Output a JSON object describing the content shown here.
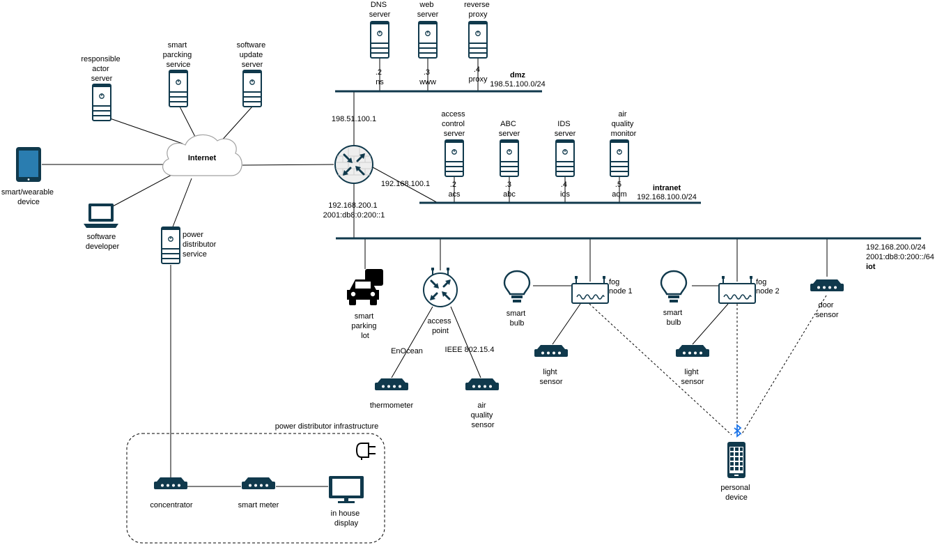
{
  "colors": {
    "device": "#10394c",
    "stroke": "#000000",
    "router_fill": "#eeeeee",
    "cloud_fill": "#ffffff",
    "cloud_stroke": "#a0a0a0",
    "bluetooth": "#1a73e8"
  },
  "internet": {
    "label": "Internet"
  },
  "internet_nodes": {
    "responsible_actor": [
      "responsible",
      "actor",
      "server"
    ],
    "smart_parking": [
      "smart",
      "parcking",
      "service"
    ],
    "software_update": [
      "software",
      "update",
      "server"
    ],
    "smart_wearable": [
      "smart/wearable",
      "device"
    ],
    "software_developer": [
      "software",
      "developer"
    ],
    "power_distributor": [
      "power",
      "distributor",
      "service"
    ]
  },
  "dmz": {
    "name": "dmz",
    "subnet": "198.51.100.0/24",
    "router_ip": "198.51.100.1",
    "servers": [
      {
        "label": [
          "DNS",
          "server"
        ],
        "addr": ".2",
        "host": "ns"
      },
      {
        "label": [
          "web",
          "server"
        ],
        "addr": ".3",
        "host": "www"
      },
      {
        "label": [
          "reverse",
          "proxy"
        ],
        "addr": ".4",
        "host": "proxy"
      }
    ]
  },
  "intranet": {
    "name": "intranet",
    "subnet": "192.168.100.0/24",
    "router_ip": "192.168.100.1",
    "servers": [
      {
        "label": [
          "access",
          "control",
          "server"
        ],
        "addr": ".2",
        "host": "acs"
      },
      {
        "label": [
          "ABC",
          "server"
        ],
        "addr": ".3",
        "host": "abc"
      },
      {
        "label": [
          "IDS",
          "server"
        ],
        "addr": ".4",
        "host": "ids"
      },
      {
        "label": [
          "air",
          "quality",
          "monitor"
        ],
        "addr": ".5",
        "host": "aqm"
      }
    ]
  },
  "iot": {
    "name": "iot",
    "subnet_v4": "192.168.200.0/24",
    "subnet_v6": "2001:db8:0:200::/64",
    "router_ip_v4": "192.168.200.1",
    "router_ip_v6": "2001:db8:0:200::1",
    "parking_sign": "P",
    "smart_parking_lot": [
      "smart",
      "parking",
      "lot"
    ],
    "access_point": [
      "access",
      "point"
    ],
    "enocean": "EnOcean",
    "ieee": "IEEE 802.15.4",
    "thermometer": "thermometer",
    "air_quality_sensor": [
      "air",
      "quality",
      "sensor"
    ],
    "fog_node_1": [
      "fog",
      "node 1"
    ],
    "fog_node_2": [
      "fog",
      "node 2"
    ],
    "smart_bulb": [
      "smart",
      "bulb"
    ],
    "light_sensor": [
      "light",
      "sensor"
    ],
    "door_sensor": [
      "door",
      "sensor"
    ],
    "personal_device": [
      "personal",
      "device"
    ]
  },
  "power_infra": {
    "title": "power distributor infrastructure",
    "concentrator": "concentrator",
    "smart_meter": "smart meter",
    "in_house_display": [
      "in house",
      "display"
    ]
  }
}
